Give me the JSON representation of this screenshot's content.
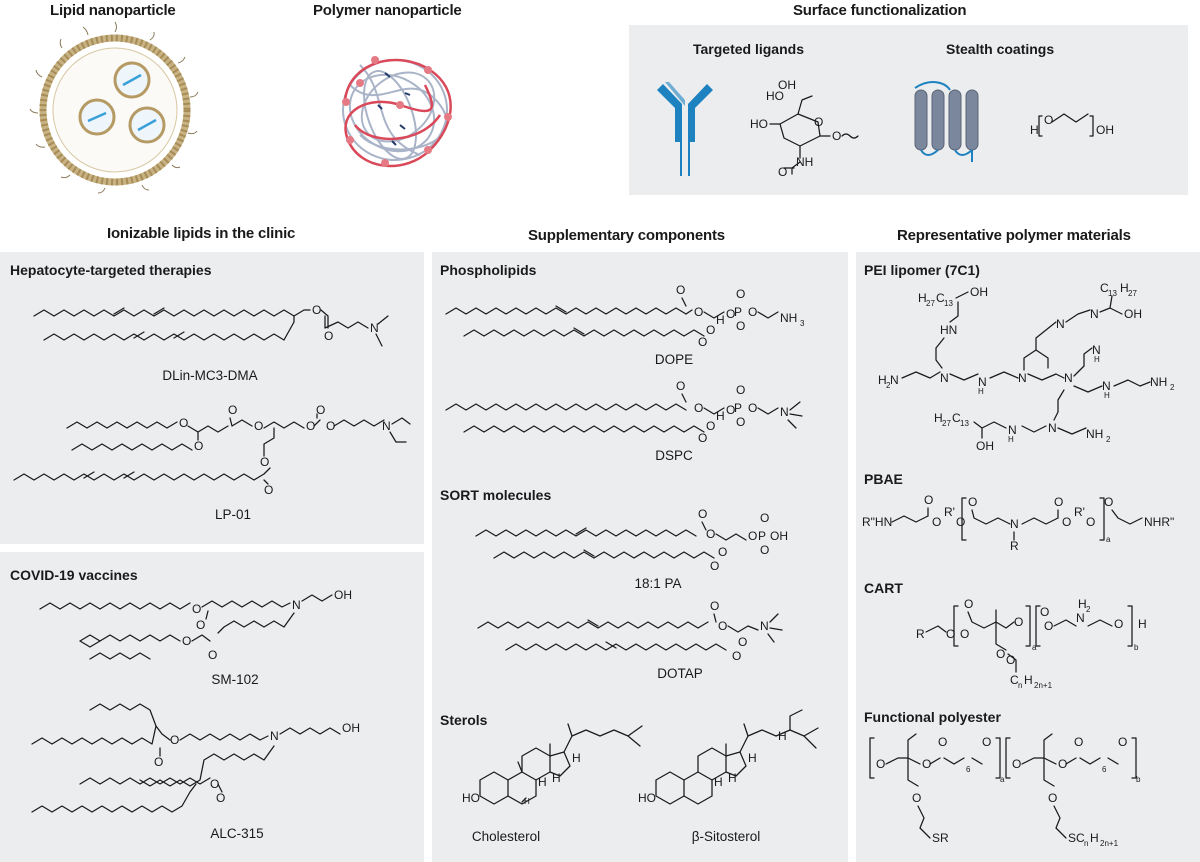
{
  "titles": {
    "lipid_np": "Lipid nanoparticle",
    "polymer_np": "Polymer nanoparticle",
    "surface": "Surface functionalization",
    "ionizable": "Ionizable lipids in the clinic",
    "supplementary": "Supplementary components",
    "polymer_materials": "Representative polymer materials"
  },
  "surface": {
    "targeted_ligands": "Targeted ligands",
    "stealth_coatings": "Stealth coatings"
  },
  "ionizable": {
    "hepatocyte": "Hepatocyte-targeted therapies",
    "covid": "COVID-19 vaccines",
    "molecules": [
      "DLin-MC3-DMA",
      "LP-01",
      "SM-102",
      "ALC-315"
    ]
  },
  "supplementary": {
    "phospholipids": "Phospholipids",
    "sort": "SORT molecules",
    "sterols": "Sterols",
    "molecules": [
      "DOPE",
      "DSPC",
      "18:1 PA",
      "DOTAP",
      "Cholesterol",
      "β-Sitosterol"
    ]
  },
  "polymers": {
    "pei": "PEI lipomer (7C1)",
    "pbae": "PBAE",
    "cart": "CART",
    "polyester": "Functional polyester"
  },
  "colors": {
    "panel": "#ecedef",
    "lipid_gold": "#b59a63",
    "antibody_blue": "#1d82bf",
    "polymer_red": "#d9495a",
    "coating_gray": "#7b879c"
  }
}
